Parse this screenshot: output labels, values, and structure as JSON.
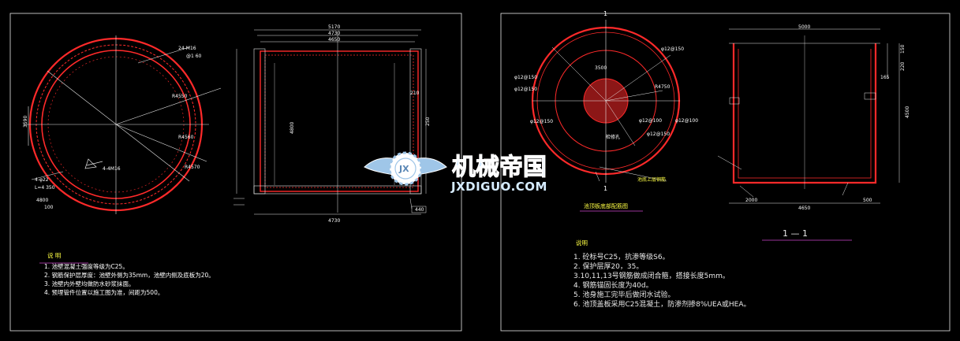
{
  "watermark": {
    "brand_cn": "机械帝国",
    "domain": "JXDIGUO.COM",
    "badge": "JX"
  },
  "left_sheet": {
    "plan_labels": {
      "bolts": "24-M16",
      "spacing": "@1 60",
      "anchor": "4-φ22",
      "anchor2": "L=4 350",
      "r1": "R4550",
      "r2": "R4560",
      "r3": "R4570",
      "side": "3590",
      "note_a": "4-4M16",
      "note_b": "4800",
      "note_c": "100"
    },
    "section_dims": {
      "top1": "5170",
      "top2": "4730",
      "top3": "4650",
      "bottom": "4730",
      "height": "4800",
      "right_a": "210",
      "right_b": "250",
      "right_c": "440"
    },
    "notes_title": "说 明",
    "notes": [
      "1. 池壁混凝土强度等级为C25。",
      "2. 钢筋保护层厚度：池壁外侧为35mm，池壁内侧及底板为20。",
      "3. 池壁内外壁均做防水砂浆抹面。",
      "4. 预埋管件位置以施工图为准，间距为500。"
    ]
  },
  "right_sheet": {
    "marker_top": "1",
    "marker_bottom": "1",
    "plan_caption": "池底上层钢筋",
    "plan_title": "池顶板底部配筋图",
    "plan_labels": {
      "a": "φ12@150",
      "b": "φ12@150",
      "c": "φ12@150",
      "d": "φ12@100",
      "e": "φ12@100",
      "f": "φ12@150",
      "g": "R4750",
      "h": "φ12@150",
      "center": "3500",
      "hole": "检修孔"
    },
    "section_title": "1 — 1",
    "section_dims": {
      "top": "5000",
      "bottom": "4650",
      "left_a": "2000",
      "right_a": "500",
      "right_h": "4500",
      "side_a": "150",
      "side_b": "220",
      "side_c": "165"
    },
    "notes_title": "说明",
    "notes": [
      "1. 砼标号C25，抗渗等级S6。",
      "2. 保护层厚20，35。",
      "3.10,11,13号钢筋做成闭合箍，搭接长度5mm。",
      "4. 钢筋锚固长度为40d。",
      "5. 池身施工完毕后做闭水试验。",
      "6. 池顶盖板采用C25混凝土，防渗剂掺8%UEA或HEA。"
    ]
  },
  "colors": {
    "background": "#000000",
    "frame": "#ffffff",
    "rebar": "#ff2a2a",
    "dim": "#e8e8e8",
    "magenta": "#cc44cc",
    "yellow": "#ffff44",
    "cyan": "#33ccff"
  }
}
